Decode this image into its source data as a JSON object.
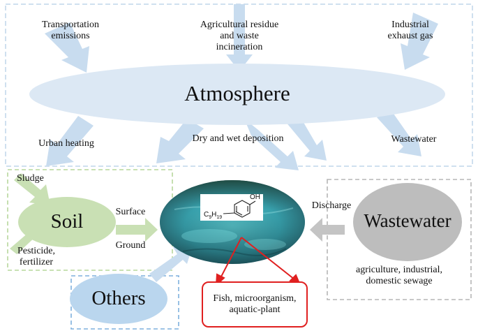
{
  "atmosphere": {
    "title": "Atmosphere",
    "sources": [
      {
        "id": "transport",
        "lines": [
          "Transportation",
          "emissions"
        ]
      },
      {
        "id": "agri",
        "lines": [
          "Agricultural residue",
          "and waste",
          "incineration"
        ]
      },
      {
        "id": "industrial",
        "lines": [
          "Industrial",
          "exhaust gas"
        ]
      }
    ],
    "lower_sources": [
      {
        "id": "urban",
        "lines": [
          "Urban heating"
        ]
      },
      {
        "id": "deposition",
        "lines": [
          "Dry and wet deposition"
        ]
      },
      {
        "id": "wastewater-src",
        "lines": [
          "Wastewater"
        ]
      }
    ]
  },
  "soil": {
    "title": "Soil",
    "inputs": [
      {
        "id": "sludge",
        "lines": [
          "Sludge"
        ]
      },
      {
        "id": "pesticide",
        "lines": [
          "Pesticide,",
          "fertilizer"
        ]
      }
    ],
    "outputs": [
      {
        "id": "surface",
        "lines": [
          "Surface"
        ]
      },
      {
        "id": "ground",
        "lines": [
          "Ground"
        ]
      }
    ]
  },
  "water": {
    "molecule": {
      "substituent_main": "C",
      "sub1": "9",
      "mid": "H",
      "sub2": "19",
      "group": "OH"
    },
    "organisms": [
      "Fish, microorganism,",
      "aquatic-plant"
    ]
  },
  "wastewater": {
    "title": "Wastewater",
    "flow_label": "Discharge",
    "sources": [
      "agriculture, industrial,",
      "domestic sewage"
    ]
  },
  "others": {
    "title": "Others"
  },
  "colors": {
    "atmosphere_fill": "#dce8f4",
    "arrow_blue": "#c8dcef",
    "soil_fill": "#c9e0b4",
    "soil_border": "#a8cf8e",
    "waste_fill": "#bdbdbd",
    "waste_border": "#b0b0b0",
    "others_fill": "#bad6ee",
    "others_border": "#7fb1de",
    "red": "#e02020",
    "water": "#4fb7c2"
  }
}
